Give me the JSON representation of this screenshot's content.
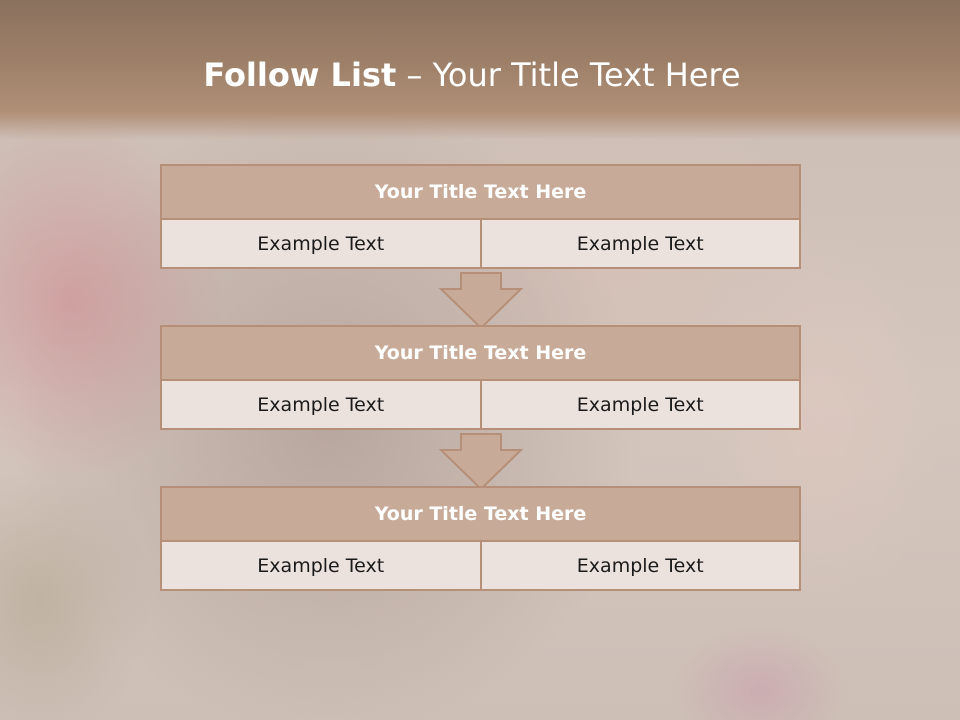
{
  "slide": {
    "title_bold": "Follow List",
    "title_rest": " – Your Title Text Here"
  },
  "steps": [
    {
      "title": "Your Title Text Here",
      "left": "Example Text",
      "right": "Example Text"
    },
    {
      "title": "Your Title Text Here",
      "left": "Example Text",
      "right": "Example Text"
    },
    {
      "title": "Your Title Text Here",
      "left": "Example Text",
      "right": "Example Text"
    }
  ],
  "colors": {
    "header": "#9e8069",
    "block_title": "#c7ab98",
    "block_border": "#b58f77",
    "cell": "#ece2dd"
  }
}
